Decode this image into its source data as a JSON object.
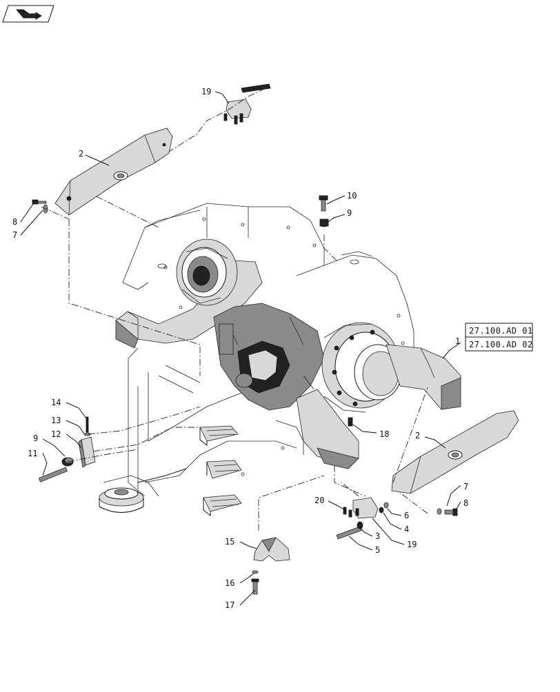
{
  "nav_icon": {
    "name": "back-arrow-icon"
  },
  "callouts": [
    {
      "id": "c19a",
      "label": "19"
    },
    {
      "id": "c2a",
      "label": "2"
    },
    {
      "id": "c8a",
      "label": "8"
    },
    {
      "id": "c7a",
      "label": "7"
    },
    {
      "id": "c10",
      "label": "10"
    },
    {
      "id": "c9a",
      "label": "9"
    },
    {
      "id": "c1",
      "label": "1"
    },
    {
      "id": "c14",
      "label": "14"
    },
    {
      "id": "c13",
      "label": "13"
    },
    {
      "id": "c12",
      "label": "12"
    },
    {
      "id": "c9b",
      "label": "9"
    },
    {
      "id": "c11",
      "label": "11"
    },
    {
      "id": "c18",
      "label": "18"
    },
    {
      "id": "c2b",
      "label": "2"
    },
    {
      "id": "c7b",
      "label": "7"
    },
    {
      "id": "c8b",
      "label": "8"
    },
    {
      "id": "c20",
      "label": "20"
    },
    {
      "id": "c6",
      "label": "6"
    },
    {
      "id": "c4",
      "label": "4"
    },
    {
      "id": "c3",
      "label": "3"
    },
    {
      "id": "c5",
      "label": "5"
    },
    {
      "id": "c19b",
      "label": "19"
    },
    {
      "id": "c15",
      "label": "15"
    },
    {
      "id": "c16",
      "label": "16"
    },
    {
      "id": "c17",
      "label": "17"
    }
  ],
  "reference_box": {
    "ref_1": "27.100.AD 01",
    "ref_2": "27.100.AD 02"
  }
}
